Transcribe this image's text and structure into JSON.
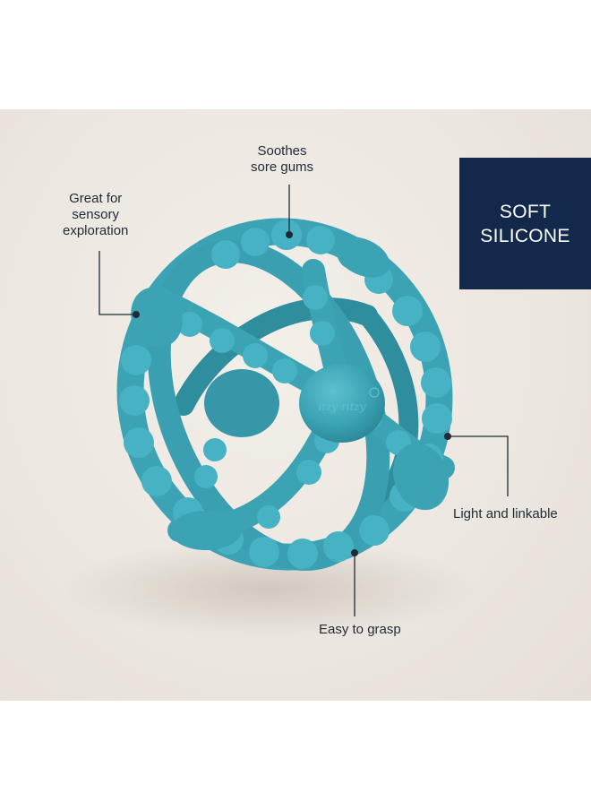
{
  "badge": {
    "line1": "SOFT",
    "line2": "SILICONE",
    "background": "#13294b",
    "text_color": "#ffffff"
  },
  "callouts": {
    "soothes": {
      "line1": "Soothes",
      "line2": "sore gums"
    },
    "sensory": {
      "line1": "Great for",
      "line2": "sensory",
      "line3": "exploration"
    },
    "linkable": {
      "line1": "Light and linkable"
    },
    "grasp": {
      "line1": "Easy to grasp"
    }
  },
  "product": {
    "color": "#3ba3b4",
    "logo_text": "itzy ritzy"
  },
  "colors": {
    "background": "#ece7e0",
    "callout_line": "#1f2a36"
  }
}
